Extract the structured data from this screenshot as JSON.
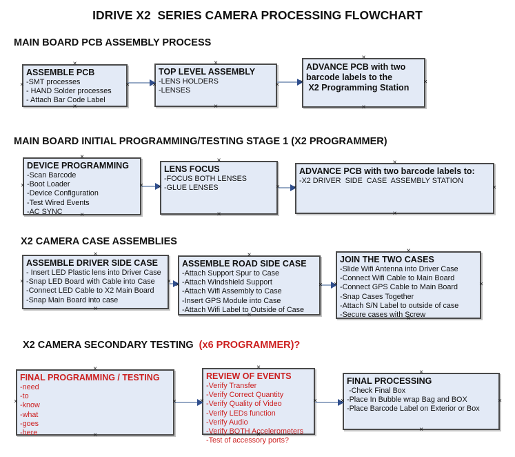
{
  "page_title": "IDRIVE X2  SERIES CAMERA PROCESSING FLOWCHART",
  "colors": {
    "box_fill": "#e3eaf6",
    "box_border": "#4a4a4a",
    "arrow_line": "#96a9c5",
    "arrow_head": "#2f4e8d",
    "red_text": "#cc1f1f",
    "black_text": "#111111"
  },
  "sections": [
    {
      "header": "MAIN BOARD PCB ASSEMBLY PROCESS",
      "boxes": [
        {
          "title": "ASSEMBLE PCB",
          "items": [
            "-SMT processes",
            "- HAND Solder processes",
            "- Attach Bar Code Label"
          ]
        },
        {
          "title": "TOP LEVEL ASSEMBLY",
          "items": [
            "-LENS HOLDERS",
            "-LENSES"
          ]
        },
        {
          "title": "",
          "items": [
            "ADVANCE PCB with two",
            "barcode labels to the",
            " X2 Programming Station"
          ]
        }
      ]
    },
    {
      "header": "MAIN BOARD INITIAL PROGRAMMING/TESTING STAGE 1 (X2 PROGRAMMER)",
      "boxes": [
        {
          "title": "DEVICE PROGRAMMING",
          "items": [
            "-Scan Barcode",
            "-Boot Loader",
            "-Device Configuration",
            "-Test Wired Events",
            "-AC SYNC"
          ]
        },
        {
          "title": "LENS FOCUS",
          "items": [
            "-FOCUS BOTH LENSES",
            "-GLUE LENSES"
          ]
        },
        {
          "title": "ADVANCE PCB with two barcode labels to:",
          "items": [
            "-X2 DRIVER  SIDE  CASE  ASSEMBLY STATION"
          ]
        }
      ]
    },
    {
      "header": "X2 CAMERA CASE ASSEMBLIES",
      "boxes": [
        {
          "title": "ASSEMBLE DRIVER SIDE CASE",
          "items": [
            "- Insert LED Plastic lens into Driver Case",
            "-Snap LED Board with Cable into Case",
            "-Connect LED Cable to X2 Main Board",
            "-Snap Main Board into case"
          ]
        },
        {
          "title": "ASSEMBLE ROAD SIDE CASE",
          "items": [
            "-Attach Support Spur to Case",
            "-Attach Windshield Support",
            "-Attach Wifi Assembly to Case",
            "-Insert GPS Module into Case",
            "-Attach Wifi Label to Outside of Case"
          ]
        },
        {
          "title": "JOIN THE TWO CASES",
          "items": [
            "-Slide Wifi Antenna into Driver Case",
            "-Connect Wifi Cable to Main Board",
            "-Connect GPS Cable to Main Board",
            "-Snap Cases Together",
            "-Attach S/N Label to outside of case",
            "-Secure cases with Screw"
          ]
        }
      ]
    },
    {
      "header": "X2 CAMERA SECONDARY TESTING  ",
      "header_red": "(x6 PROGRAMMER)?",
      "boxes": [
        {
          "title": "FINAL PROGRAMMING / TESTING",
          "items": [
            "-need",
            "-to",
            "-know",
            "-what",
            "-goes",
            "-here"
          ]
        },
        {
          "title": "REVIEW OF EVENTS",
          "items": [
            "-Verify Transfer",
            "-Verify Correct Quantity",
            "-Verify Quality of Video",
            "-Verify LEDs function",
            "-Verify Audio",
            "-Verify BOTH Accelerometers",
            "-Test of accessory ports?"
          ]
        },
        {
          "title": "FINAL PROCESSING",
          "items": [
            " -Check Final Box",
            "-Place In Bubble wrap Bag and BOX",
            "-Place Barcode Label on Exterior or Box"
          ]
        }
      ]
    }
  ]
}
